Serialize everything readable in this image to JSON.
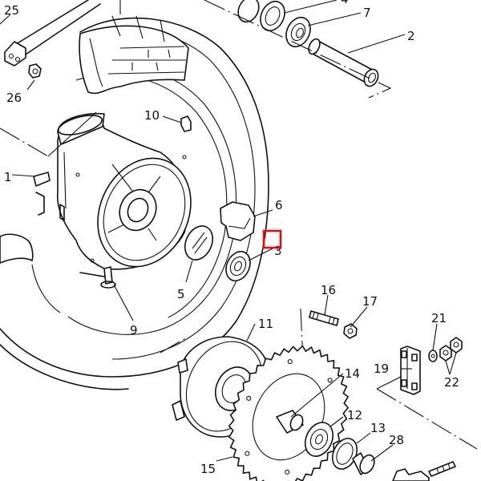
{
  "diagram": {
    "title": "Rear wheel exploded parts diagram",
    "annotation_box": {
      "color": "#ff0000",
      "near_callout": "3"
    },
    "callouts": [
      {
        "id": "25",
        "part": "swingarm-link"
      },
      {
        "id": "26",
        "part": "nut"
      },
      {
        "id": "1",
        "part": "rear-wheel"
      },
      {
        "id": "10",
        "part": "balance-weight"
      },
      {
        "id": "4",
        "part": "oil-seal"
      },
      {
        "id": "7",
        "part": "bearing"
      },
      {
        "id": "2",
        "part": "collar"
      },
      {
        "id": "6",
        "part": "damper"
      },
      {
        "id": "3",
        "part": "bearing"
      },
      {
        "id": "5",
        "part": "o-ring"
      },
      {
        "id": "9",
        "part": "valve"
      },
      {
        "id": "16",
        "part": "stud-bolt"
      },
      {
        "id": "17",
        "part": "nut"
      },
      {
        "id": "21",
        "part": "washer"
      },
      {
        "id": "22",
        "part": "nut"
      },
      {
        "id": "19",
        "part": "lock-washer"
      },
      {
        "id": "11",
        "part": "sprocket-hub"
      },
      {
        "id": "14",
        "part": "collar"
      },
      {
        "id": "12",
        "part": "bearing"
      },
      {
        "id": "13",
        "part": "oil-seal"
      },
      {
        "id": "28",
        "part": "collar"
      },
      {
        "id": "15",
        "part": "rear-sprocket"
      }
    ]
  }
}
